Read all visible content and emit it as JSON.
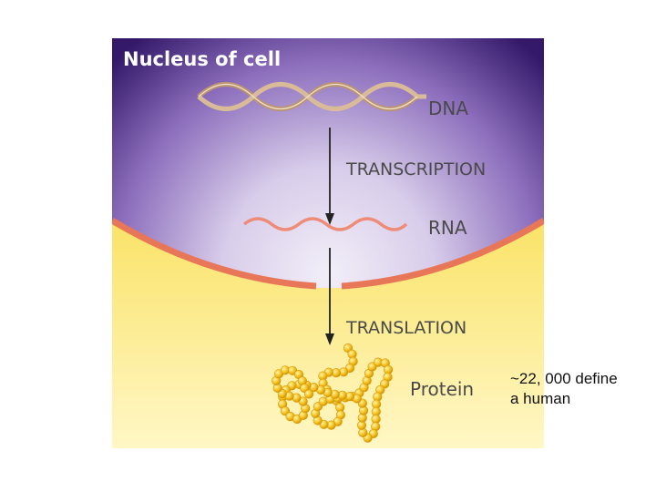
{
  "title": "Nucleus of cell",
  "labels": {
    "dna": "DNA",
    "transcription": "TRANSCRIPTION",
    "rna": "RNA",
    "translation": "TRANSLATION",
    "protein": "Protein"
  },
  "note": {
    "line1": "~22, 000 define",
    "line2": "a human"
  },
  "colors": {
    "nucleus_dark": "#3d1f6e",
    "nucleus_light": "#eae4f4",
    "cytoplasm": "#f6d21a",
    "membrane": "#e8775a",
    "dna": "#c4a07c",
    "rna": "#ee8c78",
    "protein": "#f3bf1c"
  }
}
